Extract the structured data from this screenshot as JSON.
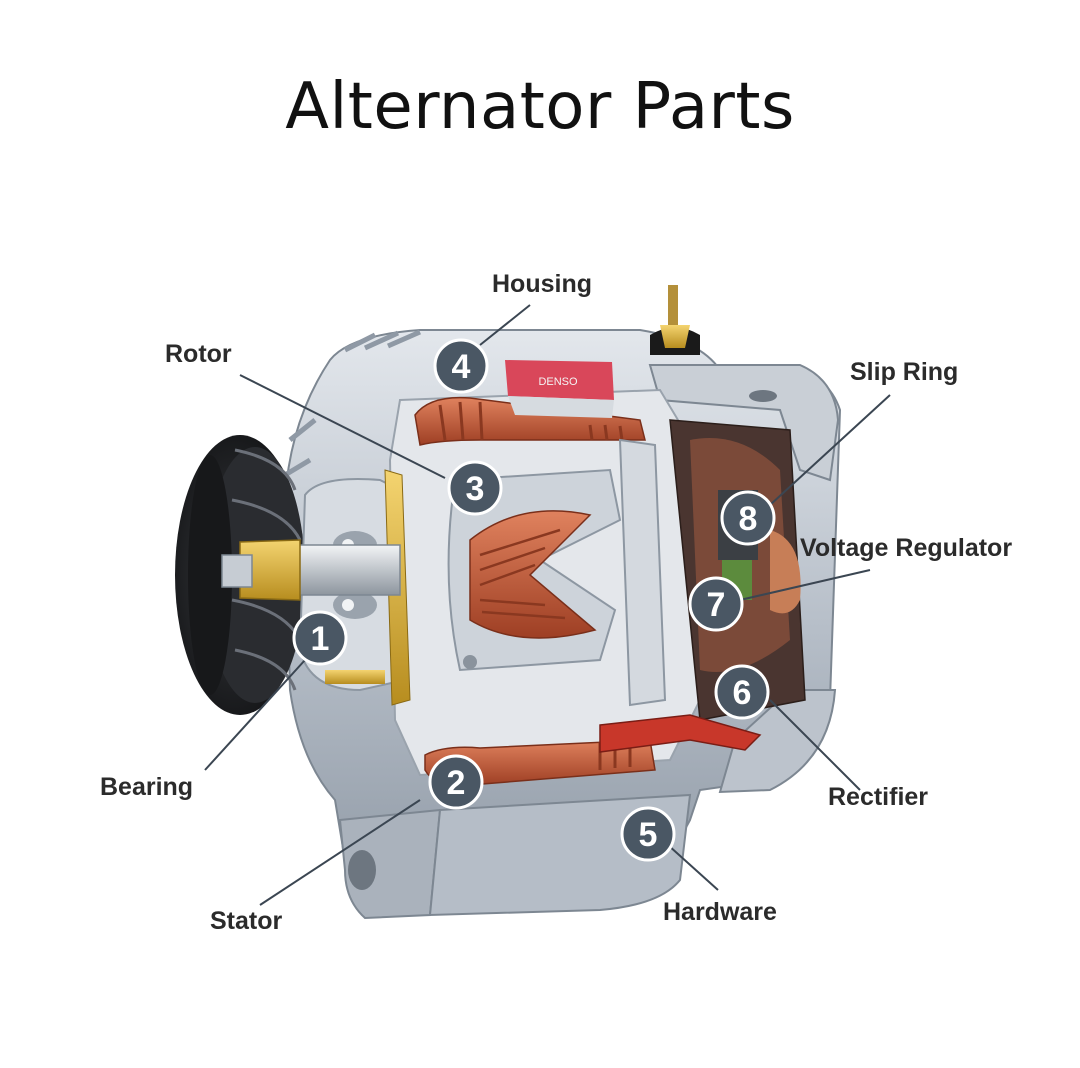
{
  "title": "Alternator Parts",
  "brand_plate": "DENSO",
  "parts": [
    {
      "number": "1",
      "label": "Bearing"
    },
    {
      "number": "2",
      "label": "Stator"
    },
    {
      "number": "3",
      "label": "Rotor"
    },
    {
      "number": "4",
      "label": "Housing"
    },
    {
      "number": "5",
      "label": "Hardware"
    },
    {
      "number": "6",
      "label": "Rectifier"
    },
    {
      "number": "7",
      "label": "Voltage Regulator"
    },
    {
      "number": "8",
      "label": "Slip Ring"
    }
  ],
  "colors": {
    "badge": "#4a5764",
    "housing": "#c3c9d1",
    "winding": "#c05a3a",
    "pulley": "#1e1f22",
    "leader_line": "#3b4652"
  }
}
